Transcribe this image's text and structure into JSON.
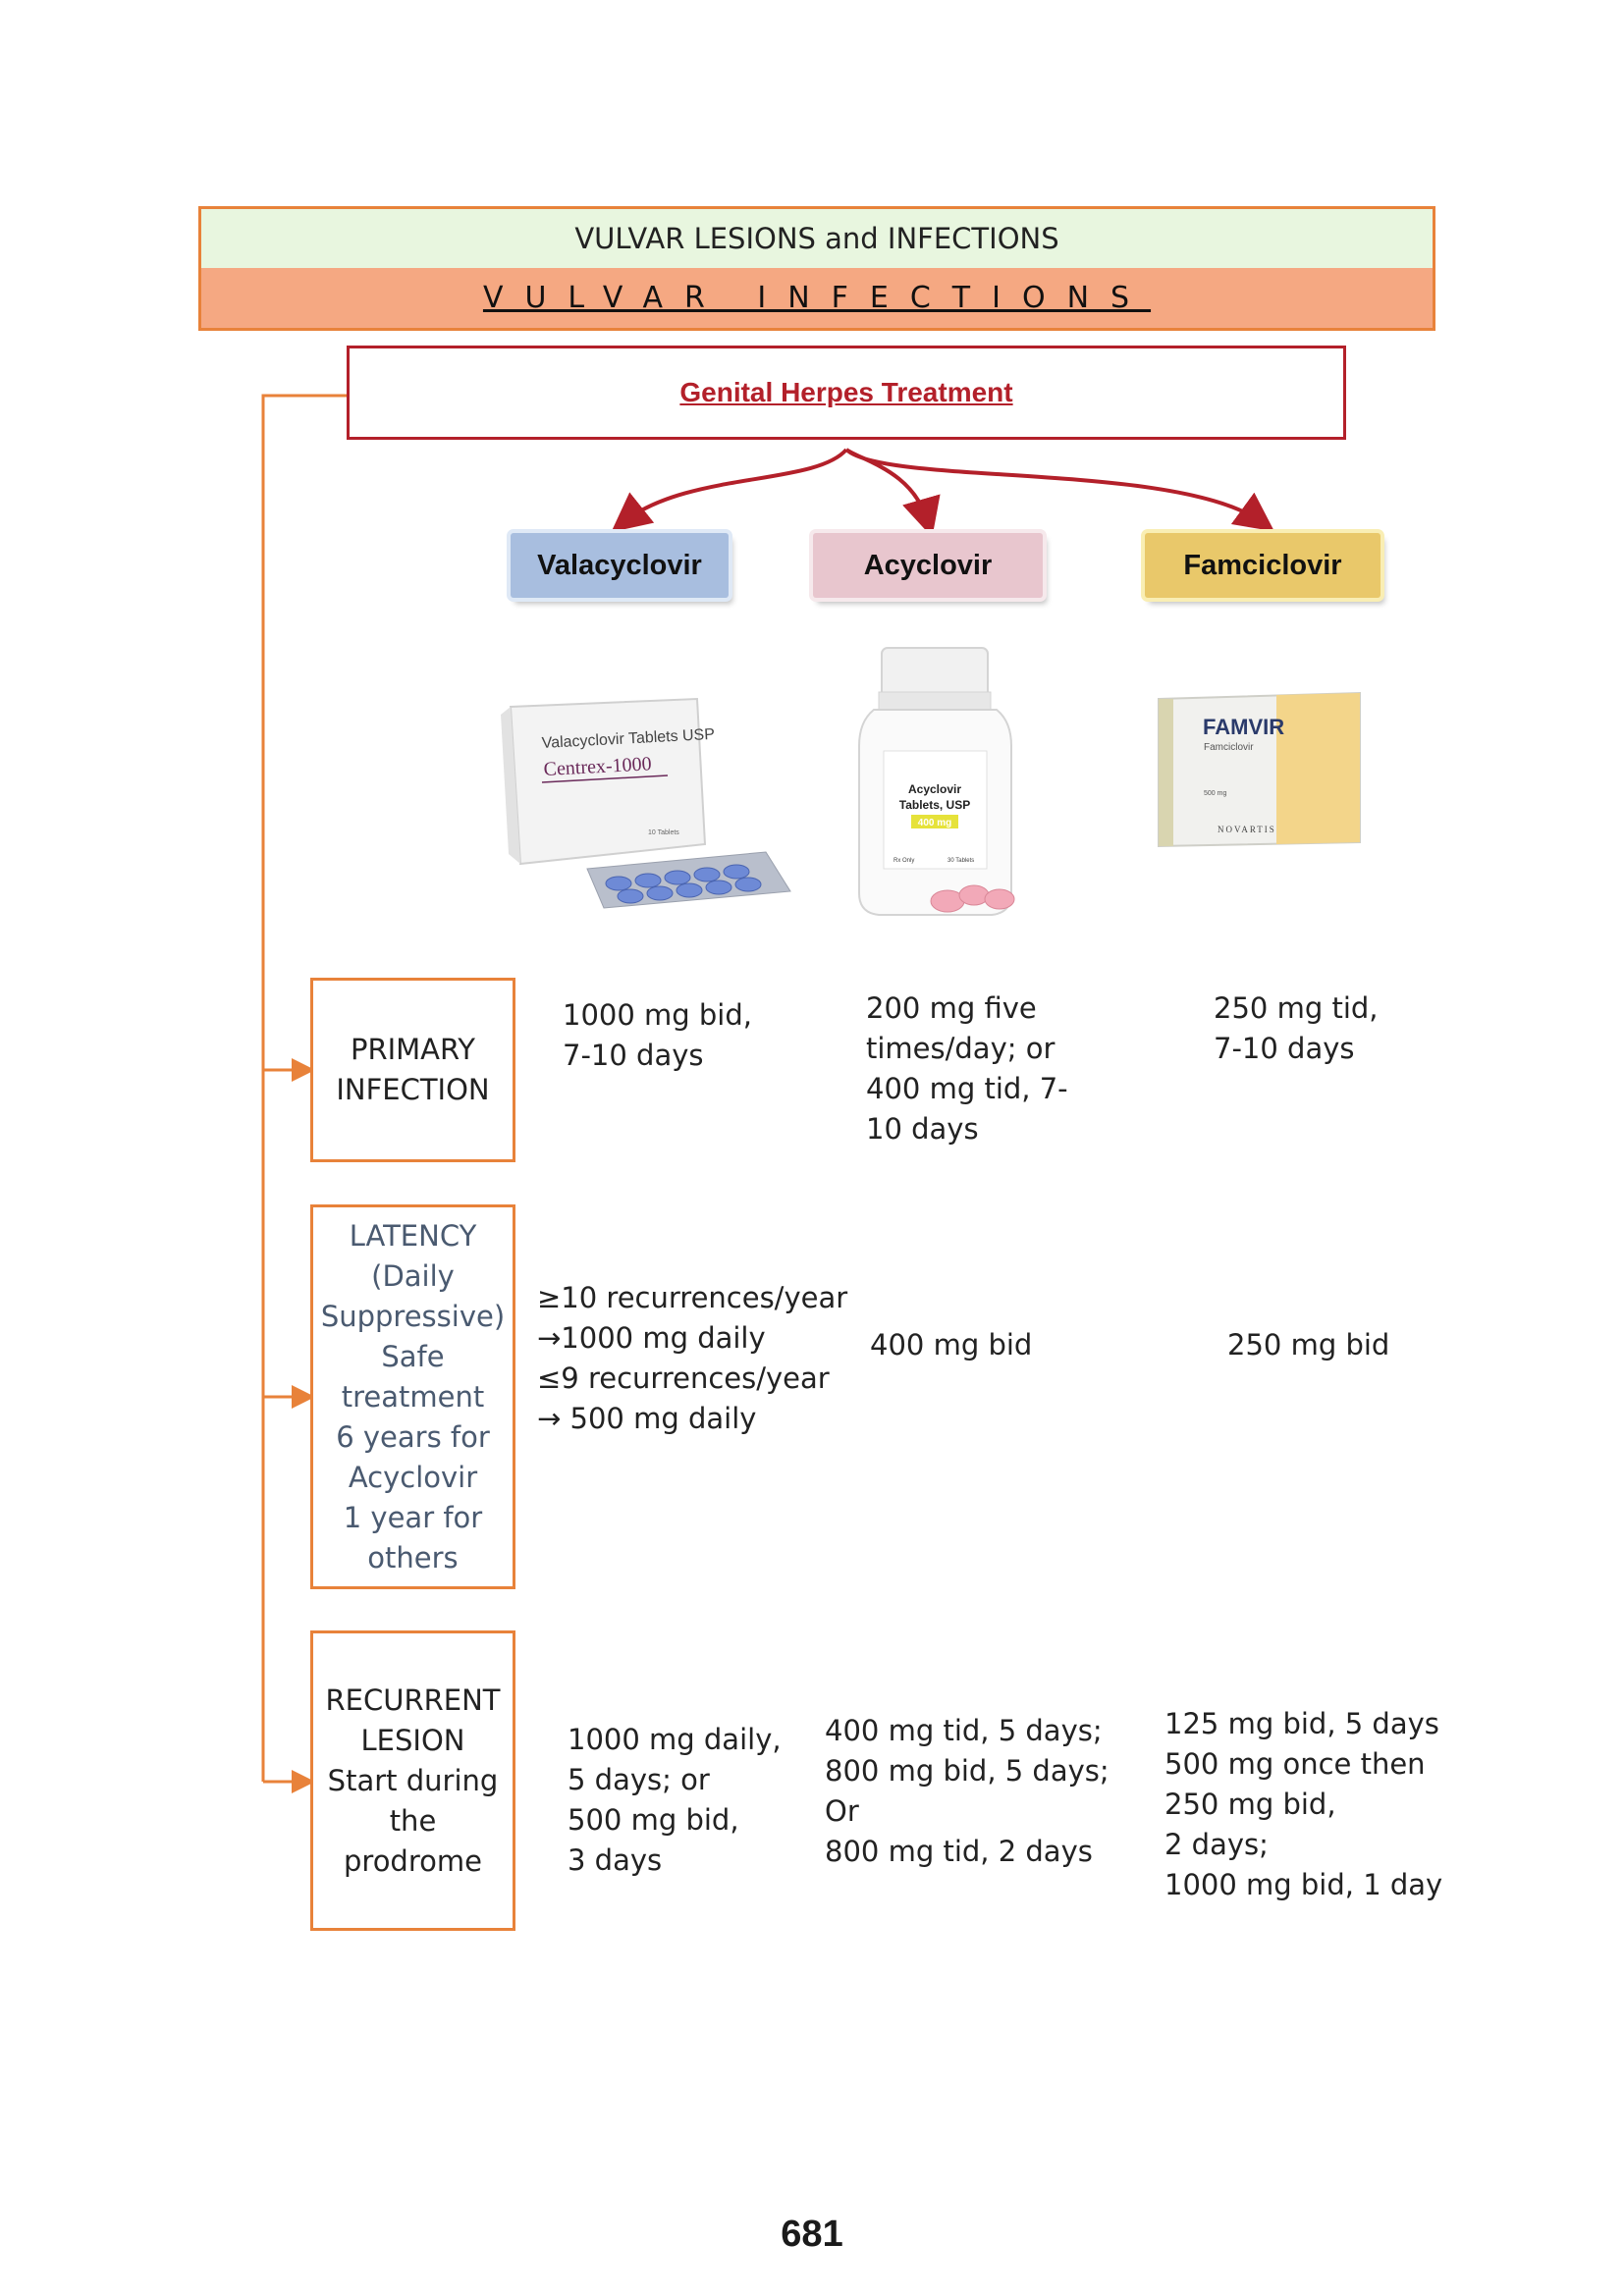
{
  "header": {
    "top_title": "VULVAR LESIONS and INFECTIONS",
    "section_title": "VULVAR INFECTIONS"
  },
  "main_title": "Genital Herpes Treatment",
  "drugs": [
    {
      "name": "Valacyclovir"
    },
    {
      "name": "Acyclovir"
    },
    {
      "name": "Famciclovir"
    }
  ],
  "packaging": {
    "valacyclovir": {
      "line1": "Valacyclovir Tablets USP",
      "line2": "Centrex-1000",
      "note": "10 Tablets"
    },
    "acyclovir": {
      "line1": "Acyclovir",
      "line2": "Tablets, USP",
      "line3": "400 mg",
      "note_left": "Rx Only",
      "note_right": "30 Tablets"
    },
    "famciclovir": {
      "brand": "FAMVIR",
      "generic": "Famciclovir",
      "dose": "500 mg",
      "maker": "NOVARTIS"
    }
  },
  "rows": [
    {
      "label": "PRIMARY\nINFECTION",
      "valacyclovir": "1000 mg bid,\n7-10 days",
      "acyclovir": "200 mg five\ntimes/day; or\n400 mg tid, 7-\n10 days",
      "famciclovir": "250 mg tid,\n7-10 days"
    },
    {
      "label": "LATENCY\n(Daily\nSuppressive)\nSafe\ntreatment\n6 years for\nAcyclovir\n1 year for\nothers",
      "valacyclovir": "≥10 recurrences/year\n→1000 mg daily\n≤9 recurrences/year\n→ 500 mg daily",
      "acyclovir": "400 mg bid",
      "famciclovir": "250 mg bid"
    },
    {
      "label": "RECURRENT\nLESION\nStart during\nthe\nprodrome",
      "valacyclovir": "1000 mg daily,\n5 days; or\n500 mg bid,\n3 days",
      "acyclovir": "400 mg tid, 5 days;\n800 mg bid, 5 days;\nOr\n800 mg tid, 2 days",
      "famciclovir": "125 mg bid, 5 days\n500 mg once then\n250 mg bid,\n2 days;\n1000 mg bid, 1 day"
    }
  ],
  "page_number": "681",
  "colors": {
    "orange": "#e8823a",
    "dark_red": "#b3202a",
    "header_green": "#e8f6df",
    "header_salmon": "#f5a882"
  }
}
